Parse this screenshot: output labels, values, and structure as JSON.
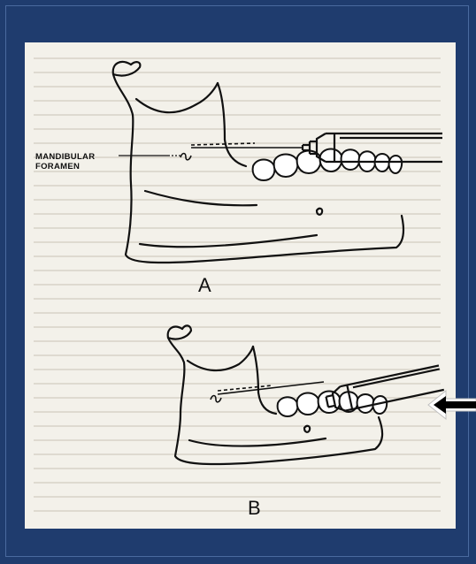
{
  "figure": {
    "label_foramen_line1": "MANDIBULAR",
    "label_foramen_line2": "FORAMEN",
    "caption_a": "A",
    "caption_b": "B"
  },
  "icons": {
    "pointer": "arrow-left-icon"
  },
  "colors": {
    "background": "#1f3c6e",
    "page": "#f3f1ea",
    "ink": "#111111"
  }
}
